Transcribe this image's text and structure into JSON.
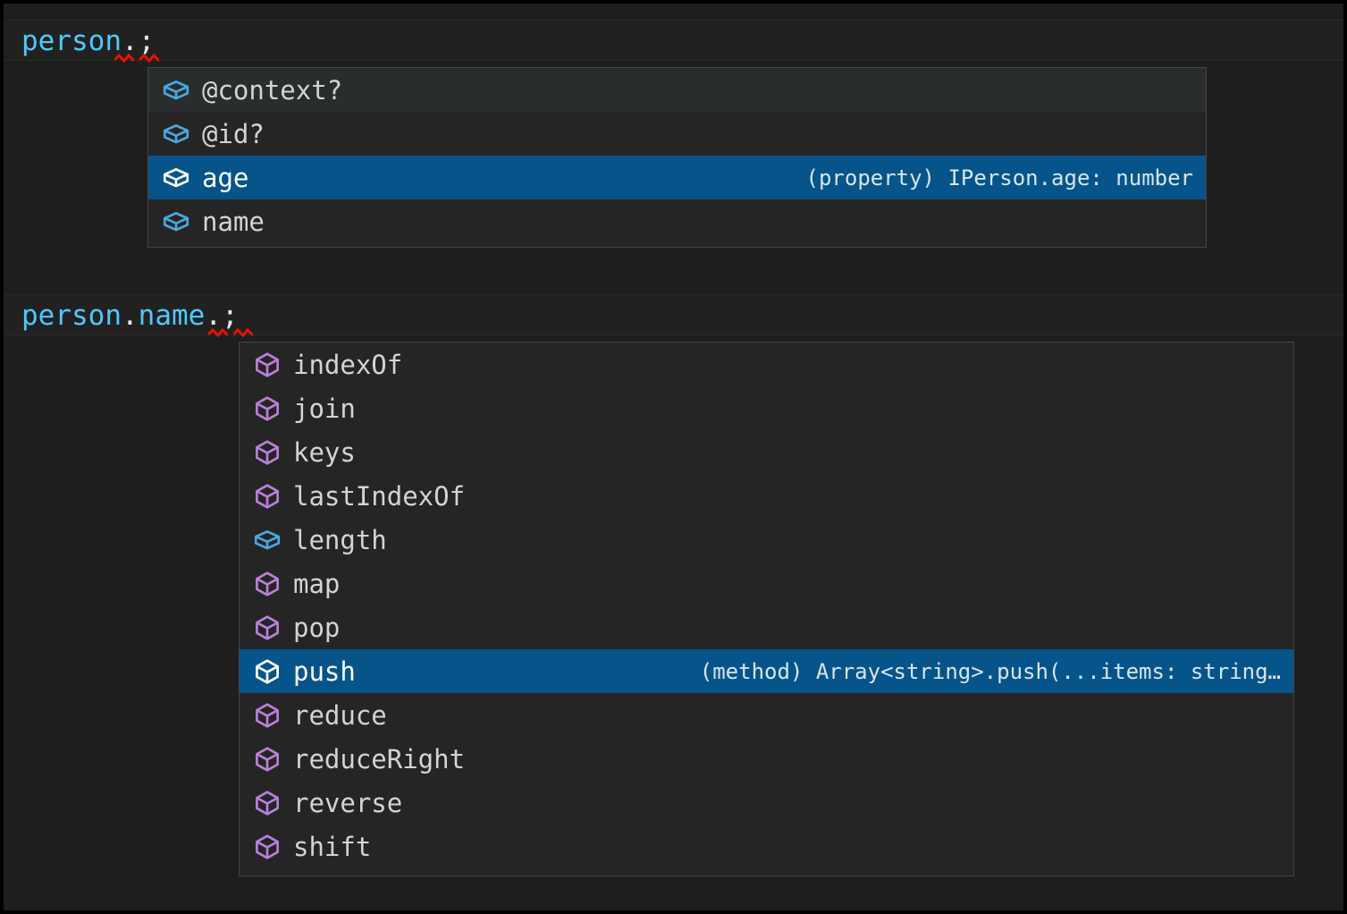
{
  "theme": {
    "editor_background": "#1e1e1e",
    "line_background": "#212121",
    "widget_background": "#252526",
    "widget_border": "#454545",
    "row_hover": "#2a2d2e",
    "selection_blue": "#06548a",
    "identifier_color": "#4ec9ff",
    "punctuation_color": "#e8e8e8",
    "label_color": "#d4d4d4",
    "property_icon_color": "#4aa8e0",
    "method_icon_color": "#b980d8",
    "selected_icon_color": "#ffffff",
    "error_squiggle_color": "#e51400"
  },
  "blocks": [
    {
      "code": {
        "identifier": "person",
        "dot": ".",
        "semicolon": ";"
      },
      "suggest": {
        "items": [
          {
            "label": "@context?",
            "icon": "property-cube-icon",
            "detail": "",
            "state": "hover"
          },
          {
            "label": "@id?",
            "icon": "property-cube-icon",
            "detail": "",
            "state": "normal"
          },
          {
            "label": "age",
            "icon": "property-cube-icon",
            "detail": "(property) IPerson.age: number",
            "state": "selected"
          },
          {
            "label": "name",
            "icon": "property-cube-icon",
            "detail": "",
            "state": "normal"
          }
        ]
      }
    },
    {
      "code": {
        "identifier": "person",
        "dot": ".",
        "member": "name",
        "dot2": ".",
        "semicolon": ";"
      },
      "suggest": {
        "items": [
          {
            "label": "indexOf",
            "icon": "method-cube-icon",
            "detail": "",
            "state": "normal"
          },
          {
            "label": "join",
            "icon": "method-cube-icon",
            "detail": "",
            "state": "normal"
          },
          {
            "label": "keys",
            "icon": "method-cube-icon",
            "detail": "",
            "state": "normal"
          },
          {
            "label": "lastIndexOf",
            "icon": "method-cube-icon",
            "detail": "",
            "state": "normal"
          },
          {
            "label": "length",
            "icon": "property-cube-icon",
            "detail": "",
            "state": "normal"
          },
          {
            "label": "map",
            "icon": "method-cube-icon",
            "detail": "",
            "state": "normal"
          },
          {
            "label": "pop",
            "icon": "method-cube-icon",
            "detail": "",
            "state": "normal"
          },
          {
            "label": "push",
            "icon": "method-cube-icon",
            "detail": "(method) Array<string>.push(...items: string…",
            "state": "selected"
          },
          {
            "label": "reduce",
            "icon": "method-cube-icon",
            "detail": "",
            "state": "normal"
          },
          {
            "label": "reduceRight",
            "icon": "method-cube-icon",
            "detail": "",
            "state": "normal"
          },
          {
            "label": "reverse",
            "icon": "method-cube-icon",
            "detail": "",
            "state": "normal"
          },
          {
            "label": "shift",
            "icon": "method-cube-icon",
            "detail": "",
            "state": "normal"
          }
        ]
      }
    }
  ]
}
